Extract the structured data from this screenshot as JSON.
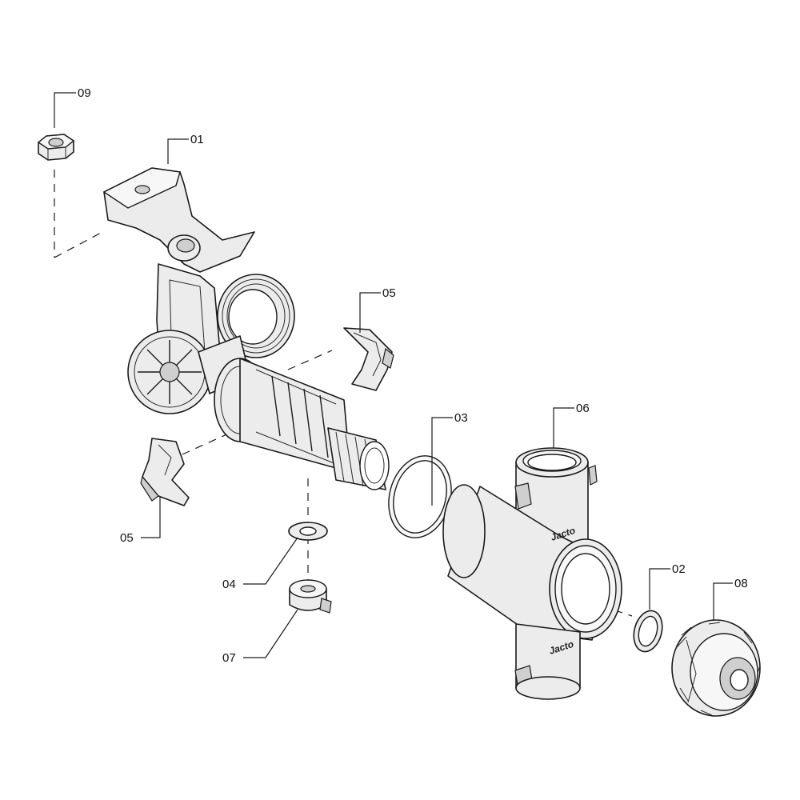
{
  "callouts": {
    "c01": "01",
    "c02": "02",
    "c03": "03",
    "c04": "04",
    "c05_top": "05",
    "c05_bottom": "05",
    "c06": "06",
    "c07": "07",
    "c08": "08",
    "c09": "09"
  },
  "brand_marks": {
    "upper": "Jacto",
    "lower": "Jacto"
  },
  "colors": {
    "line": "#1a1a1a",
    "part_fill": "#ececec",
    "shade": "#cfcfcf",
    "background": "#ffffff"
  }
}
